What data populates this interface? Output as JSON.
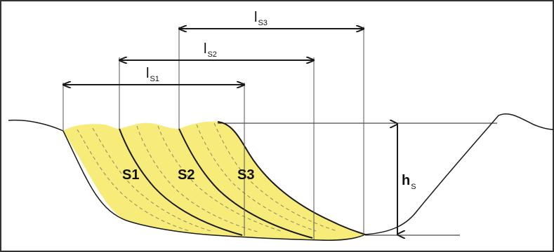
{
  "colors": {
    "fill": "#f7eb7a",
    "line": "#1a1a1a",
    "guide": "#555555",
    "border": "#333333"
  },
  "diagram": {
    "slides": [
      {
        "label": "S1"
      },
      {
        "label": "S2"
      },
      {
        "label": "S3"
      }
    ],
    "lengths": [
      {
        "main": "l",
        "sub": "S1"
      },
      {
        "main": "l",
        "sub": "S2"
      },
      {
        "main": "l",
        "sub": "S3"
      }
    ],
    "height": {
      "main": "h",
      "sub": "S"
    }
  }
}
